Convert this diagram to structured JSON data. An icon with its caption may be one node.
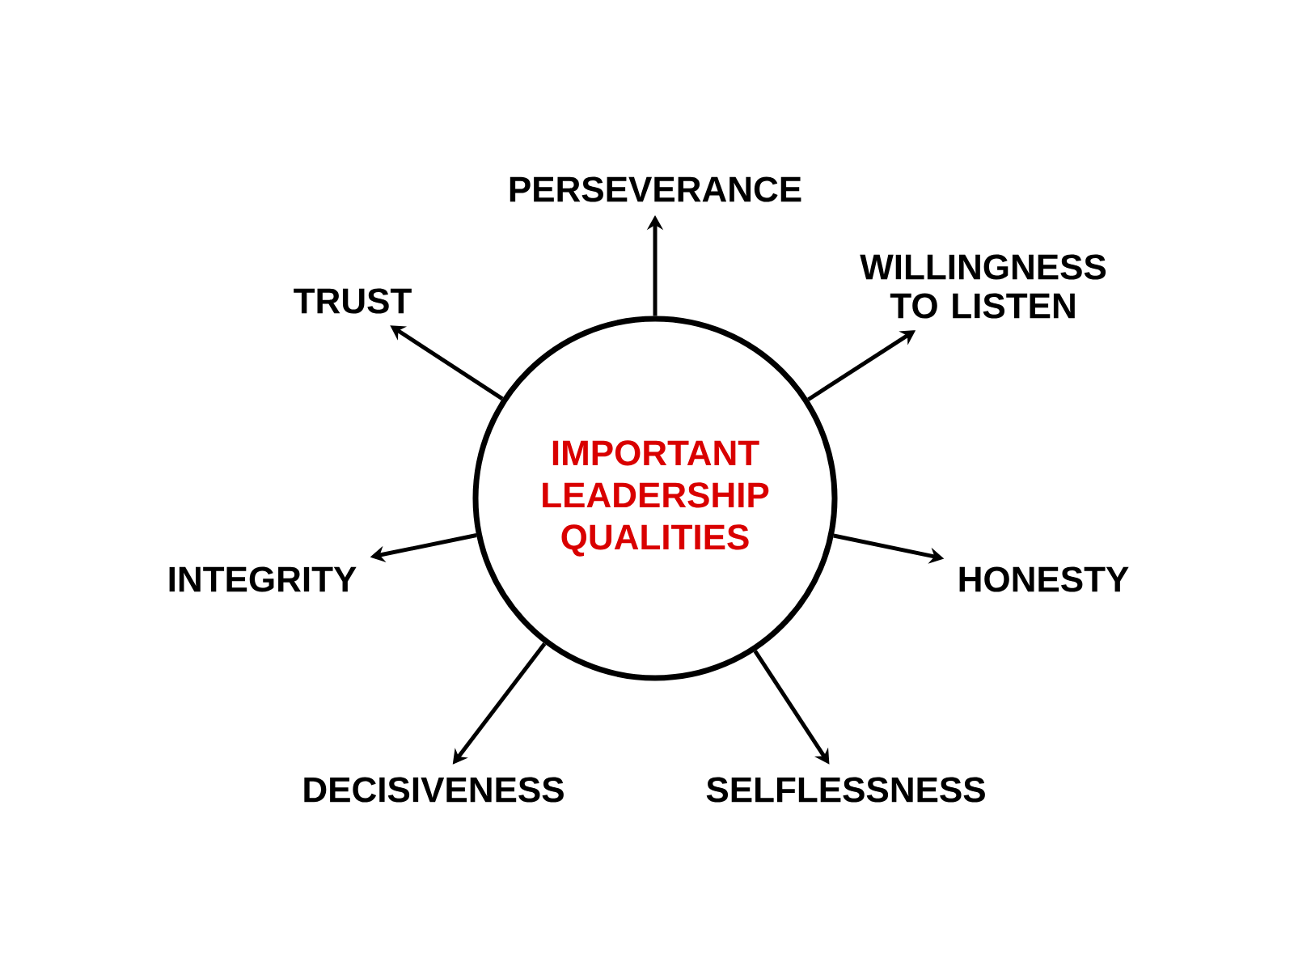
{
  "diagram": {
    "nodes": [
      {
        "text": [
          "IMPORTANT LEADERSHIP QUALITIES"
        ]
      },
      {
        "text": [
          "PERSEVERANCE"
        ]
      },
      {
        "text": [
          "WILLINGNESS TO LISTEN"
        ]
      },
      {
        "text": [
          "HONESTY"
        ]
      },
      {
        "text": [
          "SELFLESSNESS"
        ]
      },
      {
        "text": [
          "DECISIVENESS"
        ]
      },
      {
        "text": [
          "INTEGRITY"
        ]
      },
      {
        "text": [
          "TRUST"
        ]
      }
    ],
    "edges": [
      {
        "from": 0,
        "to": 1,
        "arrow": "to"
      },
      {
        "from": 0,
        "to": 2,
        "arrow": "to"
      },
      {
        "from": 0,
        "to": 3,
        "arrow": "to"
      },
      {
        "from": 0,
        "to": 4,
        "arrow": "to"
      },
      {
        "from": 0,
        "to": 5,
        "arrow": "to"
      },
      {
        "from": 0,
        "to": 6,
        "arrow": "to"
      },
      {
        "from": 0,
        "to": 7,
        "arrow": "to"
      }
    ]
  }
}
